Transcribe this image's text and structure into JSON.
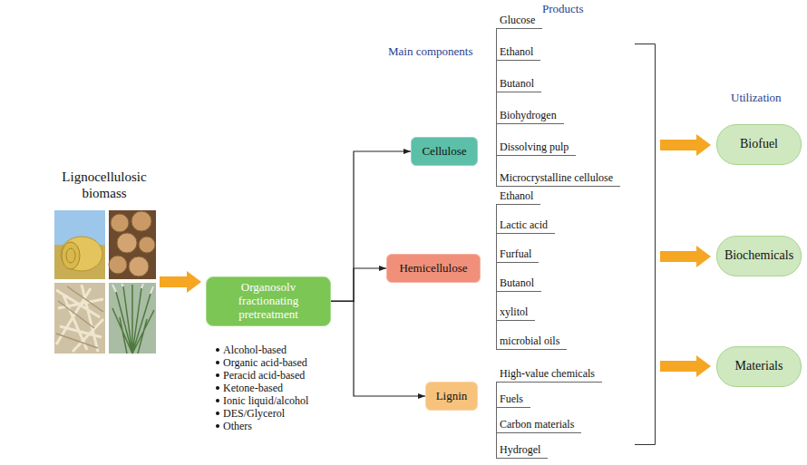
{
  "diagram": {
    "nodes": [
      {
        "text": [
          "Organosolv fractionating pretreatment"
        ]
      },
      {
        "text": [
          "Cellulose"
        ]
      },
      {
        "text": [
          "Hemicellulose"
        ]
      },
      {
        "text": [
          "Lignin"
        ]
      },
      {
        "text": [
          "Biofuel"
        ]
      },
      {
        "text": [
          "Biochemicals"
        ]
      },
      {
        "text": [
          "Materials"
        ]
      }
    ],
    "edges": [
      {
        "from": 0,
        "to": 1,
        "arrow": "to"
      },
      {
        "from": 0,
        "to": 2,
        "arrow": "to"
      },
      {
        "from": 0,
        "to": 3,
        "arrow": "to"
      }
    ],
    "labels": [
      "Lignocellulosic biomass",
      "Alcohol-based",
      "Organic acid-based",
      "Peracid acid-based",
      "Ketone-based",
      "Ionic liquid/alcohol",
      "DES/Glycerol",
      "Others",
      "Products",
      "Main components",
      "Utilization",
      "Glucose",
      "Ethanol",
      "Butanol",
      "Biohydrogen",
      "Dissolving pulp",
      "Microcrystalline cellulose",
      "Ethanol",
      "Lactic acid",
      "Furfual",
      "Butanol",
      "xylitol",
      "microbial oils",
      "High-value chemicals",
      "Fuels",
      "Carbon materials",
      "Hydrogel"
    ]
  }
}
